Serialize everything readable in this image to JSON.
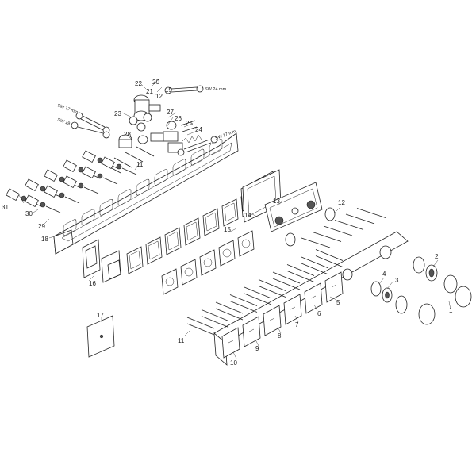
{
  "callouts": {
    "n1": "1",
    "n2": "2",
    "n3": "3",
    "n4": "4",
    "n5": "5",
    "n6": "6",
    "n7": "7",
    "n8": "8",
    "n9": "9",
    "n10": "10",
    "n11a": "11",
    "n11b": "11",
    "n12a": "12",
    "n12b": "12",
    "n13": "13",
    "n14": "14",
    "n15": "15",
    "n16": "16",
    "n17": "17",
    "n18": "18",
    "n19": "19",
    "n20": "20",
    "n21": "21",
    "n22": "22",
    "n23": "23",
    "n24": "24",
    "n25": "25",
    "n26": "26",
    "n27": "27",
    "n28": "28",
    "n29": "29",
    "n30": "30",
    "n31": "31"
  },
  "wrench_labels": {
    "sw24": "SW 24 mm",
    "sw17a": "SW 17 mm",
    "sw19": "SW 19",
    "sw17b": "SW 17 mm"
  },
  "colors": {
    "line": "#222222",
    "background": "#ffffff",
    "shade": "#555555"
  }
}
